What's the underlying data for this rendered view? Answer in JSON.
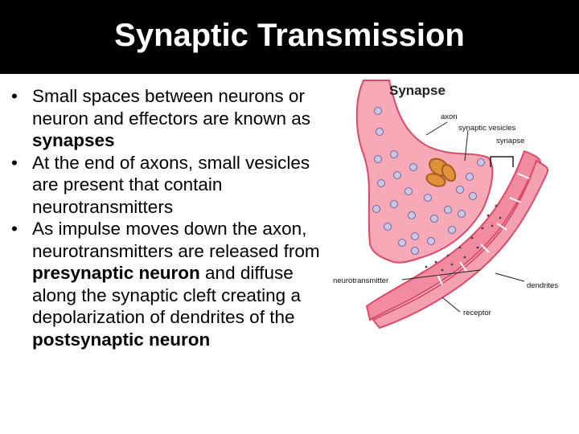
{
  "slide": {
    "title": "Synaptic Transmission",
    "bullet_glyph": "•",
    "bullets": [
      {
        "parts": [
          {
            "text": "Small spaces between neurons or neuron and effectors are known as ",
            "bold": false
          },
          {
            "text": "synapses",
            "bold": true
          }
        ]
      },
      {
        "parts": [
          {
            "text": "At the end of axons, small vesicles are present that contain neurotransmitters",
            "bold": false
          }
        ]
      },
      {
        "parts": [
          {
            "text": "As impulse moves down the axon, neurotransmitters are released from ",
            "bold": false
          },
          {
            "text": "presynaptic neuron",
            "bold": true
          },
          {
            "text": " and diffuse along the synaptic cleft creating a depolarization of dendrites of the ",
            "bold": false
          },
          {
            "text": "postsynaptic neuron",
            "bold": true
          }
        ]
      }
    ]
  },
  "diagram": {
    "title": "Synapse",
    "labels": {
      "axon": "axon",
      "vesicles": "synaptic vesicles",
      "synapse": "synapse",
      "neurotransmitter": "neurotransmitter",
      "dendrites": "dendrites",
      "receptor": "receptor"
    },
    "colors": {
      "axon_fill": "#f28b9f",
      "axon_edge": "#d94b68",
      "cytoplasm": "#f7a9b8",
      "dendrite_fill": "#f4a0b0",
      "vesicle": "#c9c6e6",
      "mitochondria": "#e0913a"
    }
  }
}
